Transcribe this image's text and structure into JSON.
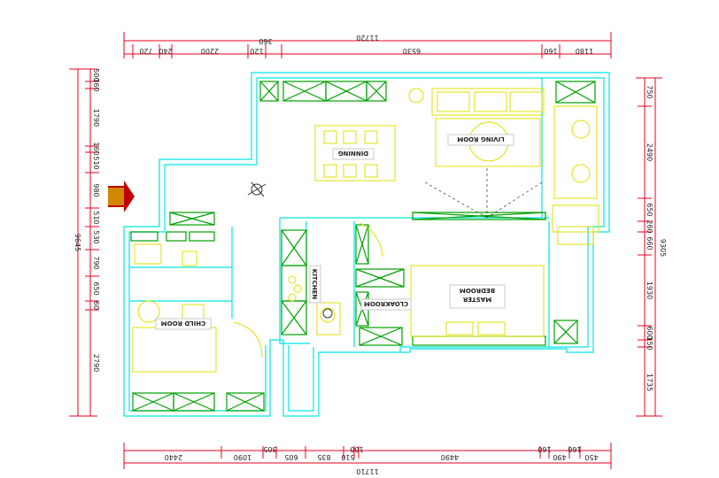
{
  "colors": {
    "dimension": "#e8001c",
    "wall": "#00e5e5",
    "furniture": "#00a000",
    "fixture": "#e0e000",
    "entry_arrow": "#c00000",
    "label_box": "#c8c8c8"
  },
  "rooms": {
    "living_room": "LIVING ROOM",
    "dinning": "DINNING",
    "kitchen": "KITCHEN",
    "master_bedroom_line1": "MASTER",
    "master_bedroom_line2": "BEDROOM",
    "cloakroom": "CLOAKROOM",
    "child_room": "CHILD ROOM"
  },
  "dimensions": {
    "top_total": "11720",
    "top_segments": [
      "720",
      "240",
      "2200",
      "120",
      "360",
      "6530",
      "160",
      "1180"
    ],
    "bottom_total": "11710",
    "bottom_segments": [
      "2440",
      "1090",
      "305",
      "605",
      "835",
      "510",
      "100",
      "4490",
      "160",
      "490",
      "160",
      "450"
    ],
    "left_total": "9645",
    "left_segments": [
      "500",
      "160",
      "1790",
      "160",
      "510",
      "980",
      "510",
      "530",
      "790",
      "650",
      "60",
      "2790"
    ],
    "right_total": "9305",
    "right_segments": [
      "750",
      "2490",
      "650",
      "260",
      "660",
      "1930",
      "600",
      "150",
      "1735"
    ]
  }
}
